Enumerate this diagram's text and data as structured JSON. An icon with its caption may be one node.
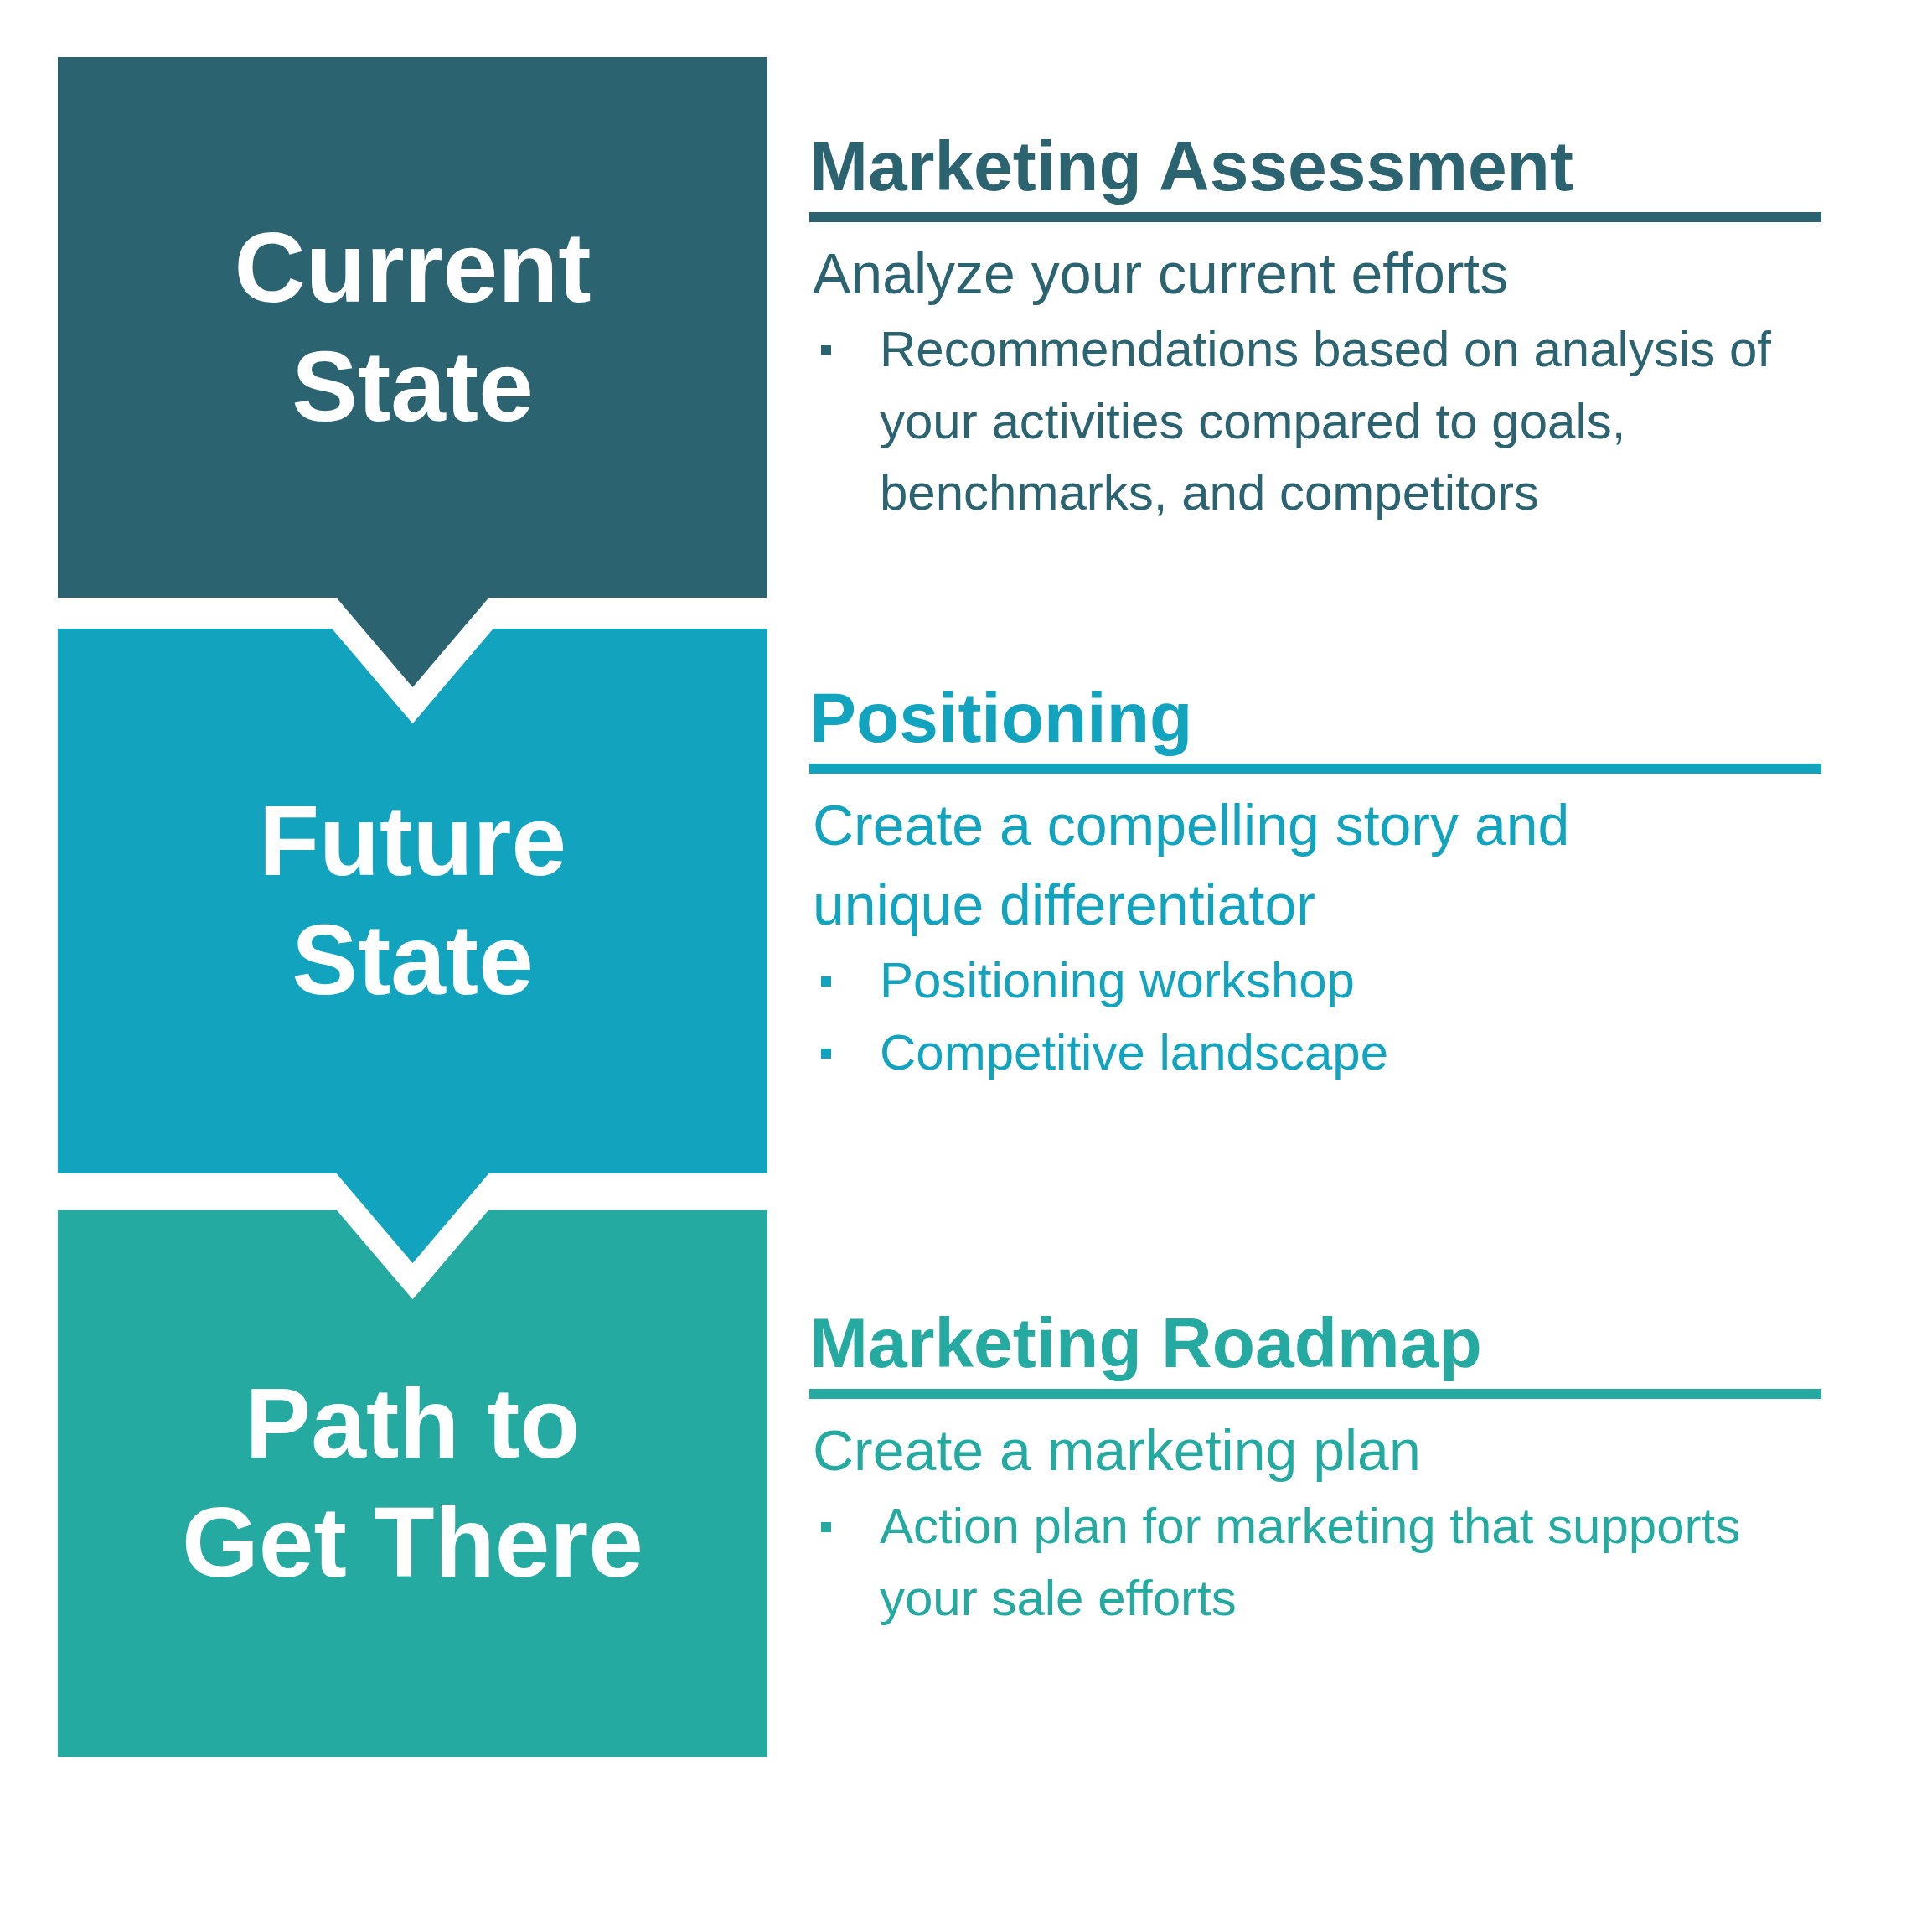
{
  "diagram": {
    "nodes": [
      {
        "text": [
          "Current State"
        ],
        "beside": [
          "Marketing Assessment",
          "Analyze your current efforts",
          "Recommendations based on analysis of your activities compared to goals, benchmarks, and competitors"
        ]
      },
      {
        "text": [
          "Future State"
        ],
        "beside": [
          "Positioning",
          "Create a compelling story and unique differentiator",
          "Positioning workshop",
          "Competitive landscape"
        ]
      },
      {
        "text": [
          "Path to Get There"
        ],
        "beside": [
          "Marketing Roadmap",
          "Create a marketing plan",
          "Action plan for marketing that supports your sale efforts"
        ]
      }
    ],
    "edges": [
      {
        "from": 0,
        "to": 1,
        "arrow": "to"
      },
      {
        "from": 1,
        "to": 2,
        "arrow": "to"
      }
    ]
  }
}
